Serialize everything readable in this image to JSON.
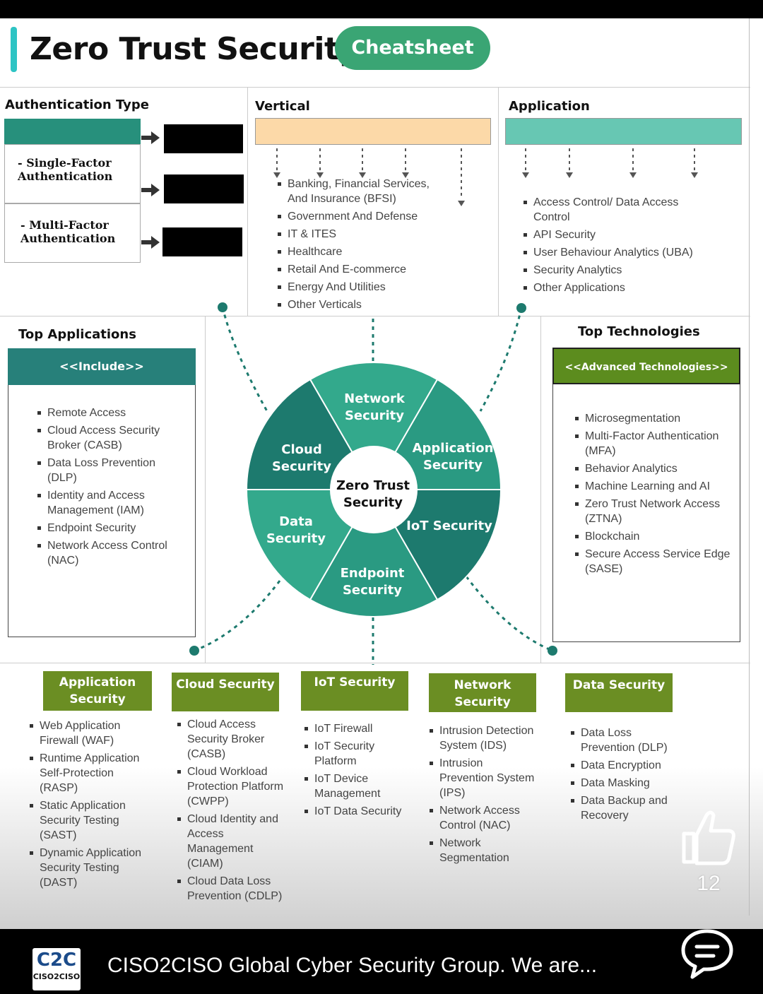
{
  "title": "Zero Trust Security",
  "badge": "Cheatsheet",
  "auth": {
    "heading": "Authentication Type",
    "items": [
      "- Single-Factor Authentication",
      "- Multi-Factor Authentication"
    ]
  },
  "vertical": {
    "heading": "Vertical",
    "items": [
      "Banking, Financial Services, And Insurance (BFSI)",
      "Government And Defense",
      "IT & ITES",
      "Healthcare",
      "Retail And E-commerce",
      "Energy And Utilities",
      "Other Verticals"
    ]
  },
  "application": {
    "heading": "Application",
    "items": [
      "Access Control/ Data Access Control",
      "API Security",
      "User Behaviour Analytics (UBA)",
      "Security Analytics",
      "Other Applications"
    ]
  },
  "top_apps": {
    "heading": "Top Applications",
    "banner": "<<Include>>",
    "items": [
      "Remote Access",
      "Cloud Access Security Broker (CASB)",
      "Data Loss Prevention (DLP)",
      "Identity and Access Management (IAM)",
      "Endpoint Security",
      "Network Access Control (NAC)"
    ]
  },
  "top_tech": {
    "heading": "Top Technologies",
    "banner": "<<Advanced Technologies>>",
    "items": [
      "Microsegmentation",
      "Multi-Factor Authentication (MFA)",
      "Behavior Analytics",
      "Machine Learning and AI",
      "Zero Trust Network Access (ZTNA)",
      "Blockchain",
      "Secure Access Service Edge (SASE)"
    ]
  },
  "wheel": {
    "center": "Zero Trust Security",
    "segments": [
      "Network Security",
      "Application Security",
      "IoT Security",
      "Endpoint Security",
      "Data Security",
      "Cloud Security"
    ]
  },
  "columns": [
    {
      "title": "Application Security",
      "items": [
        "Web Application Firewall (WAF)",
        "Runtime Application Self-Protection (RASP)",
        "Static Application Security Testing (SAST)",
        "Dynamic Application Security Testing (DAST)"
      ]
    },
    {
      "title": "Cloud Security",
      "items": [
        "Cloud Access Security Broker (CASB)",
        "Cloud Workload Protection Platform (CWPP)",
        "Cloud Identity and Access Management (CIAM)",
        "Cloud Data Loss Prevention (CDLP)"
      ]
    },
    {
      "title": "IoT Security",
      "items": [
        "IoT Firewall",
        "IoT Security Platform",
        "IoT Device Management",
        "IoT Data Security"
      ]
    },
    {
      "title": "Network Security",
      "items": [
        "Intrusion Detection System (IDS)",
        "Intrusion Prevention System (IPS)",
        "Network Access Control (NAC)",
        "Network Segmentation"
      ]
    },
    {
      "title": "Data Security",
      "items": [
        "Data Loss Prevention (DLP)",
        "Data Encryption",
        "Data Masking",
        "Data Backup and Recovery"
      ]
    }
  ],
  "like_count": "12",
  "footer": {
    "logo_top": "C2C",
    "logo_bottom": "CISO2CISO",
    "text": "CISO2CISO Global Cyber Security Group. We are..."
  },
  "colors": {
    "accent_teal": "#2ec4c4",
    "pill_green": "#3aa574",
    "olive": "#6b8e23",
    "wheel_dark": "#1d7a6e",
    "wheel_mid": "#2a9a82",
    "wheel_light": "#33a98c"
  }
}
